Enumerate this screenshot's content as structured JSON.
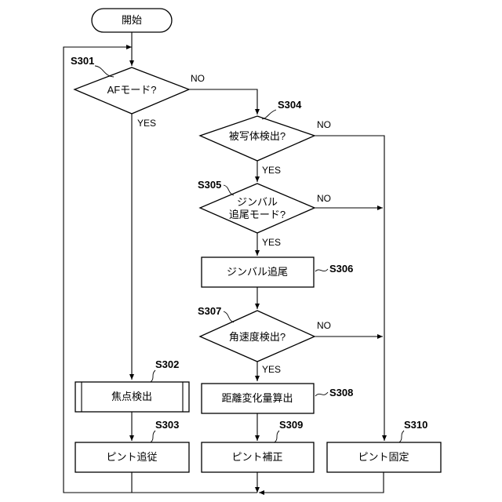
{
  "flow": {
    "start": "開始",
    "s301": {
      "step": "S301",
      "text": "AFモード?"
    },
    "s302": {
      "step": "S302",
      "text": "焦点検出"
    },
    "s303": {
      "step": "S303",
      "text": "ピント追従"
    },
    "s304": {
      "step": "S304",
      "text": "被写体検出?"
    },
    "s305": {
      "step": "S305",
      "line1": "ジンバル",
      "line2": "追尾モード?"
    },
    "s306": {
      "step": "S306",
      "text": "ジンバル追尾"
    },
    "s307": {
      "step": "S307",
      "text": "角速度検出?"
    },
    "s308": {
      "step": "S308",
      "text": "距離変化量算出"
    },
    "s309": {
      "step": "S309",
      "text": "ピント補正"
    },
    "s310": {
      "step": "S310",
      "text": "ピント固定"
    },
    "yes": "YES",
    "no": "NO"
  }
}
